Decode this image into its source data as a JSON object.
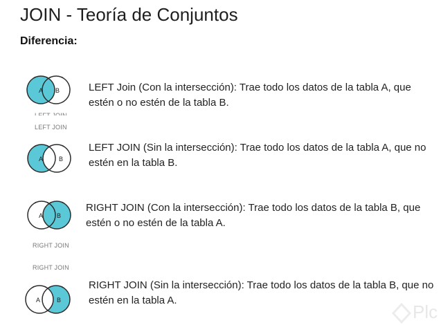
{
  "title": "JOIN - Teoría de Conjuntos",
  "subtitle": "Diferencia:",
  "colors": {
    "fill": "#5bc8d8",
    "stroke": "#2b2b2b"
  },
  "items": [
    {
      "kind": "left-with-intersection",
      "a": "A",
      "b": "B",
      "caption": "LEFT JOIN",
      "text": "LEFT Join (Con la intersección): Trae todo los datos de la tabla A, que estén o no estén de la tabla B."
    },
    {
      "kind": "left-without-intersection",
      "a": "A",
      "b": "B",
      "text": "LEFT JOIN (Sin la intersección): Trae todo los datos de la tabla A, que no estén en la tabla B."
    },
    {
      "kind": "right-with-intersection",
      "a": "A",
      "b": "B",
      "caption": "RIGHT JOIN",
      "text": "RIGHT JOIN (Con la intersección): Trae todo los datos de la tabla B, que estén o no estén de la tabla A."
    },
    {
      "kind": "right-without-intersection",
      "a": "A",
      "b": "B",
      "text": "RIGHT JOIN (Sin la intersección): Trae todo los datos de la tabla B, que no estén en la tabla A."
    }
  ],
  "between_captions": [
    "LEFT JOIN",
    "RIGHT JOIN"
  ],
  "watermark": "Plc"
}
